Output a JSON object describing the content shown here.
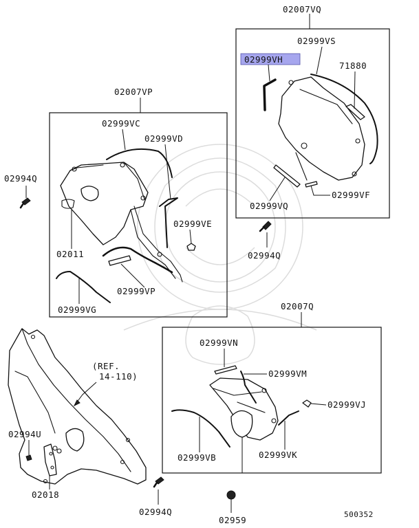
{
  "diagram": {
    "labels": {
      "l_02007VQ": "02007VQ",
      "l_02999VS": "02999VS",
      "l_02999VH": "02999VH",
      "l_71880": "71880",
      "l_02999VQ_b": "02999VQ",
      "l_02999VF": "02999VF",
      "l_02994Q_r": "02994Q",
      "l_02007VP": "02007VP",
      "l_02999VC": "02999VC",
      "l_02999VD": "02999VD",
      "l_02994Q_l": "02994Q",
      "l_02999VE": "02999VE",
      "l_02011": "02011",
      "l_02999VP": "02999VP",
      "l_02999VG": "02999VG",
      "l_02007Q": "02007Q",
      "l_02999VN": "02999VN",
      "l_02999VM": "02999VM",
      "l_02999VJ": "02999VJ",
      "l_02999VB": "02999VB",
      "l_02999VK": "02999VK",
      "l_ref1": "(REF.",
      "l_ref2": "14-110)",
      "l_02994U": "02994U",
      "l_02018": "02018",
      "l_02994Q_b": "02994Q",
      "l_02959": "02959",
      "l_500352": "500352"
    },
    "highlight_color": "#a6a6ee"
  }
}
